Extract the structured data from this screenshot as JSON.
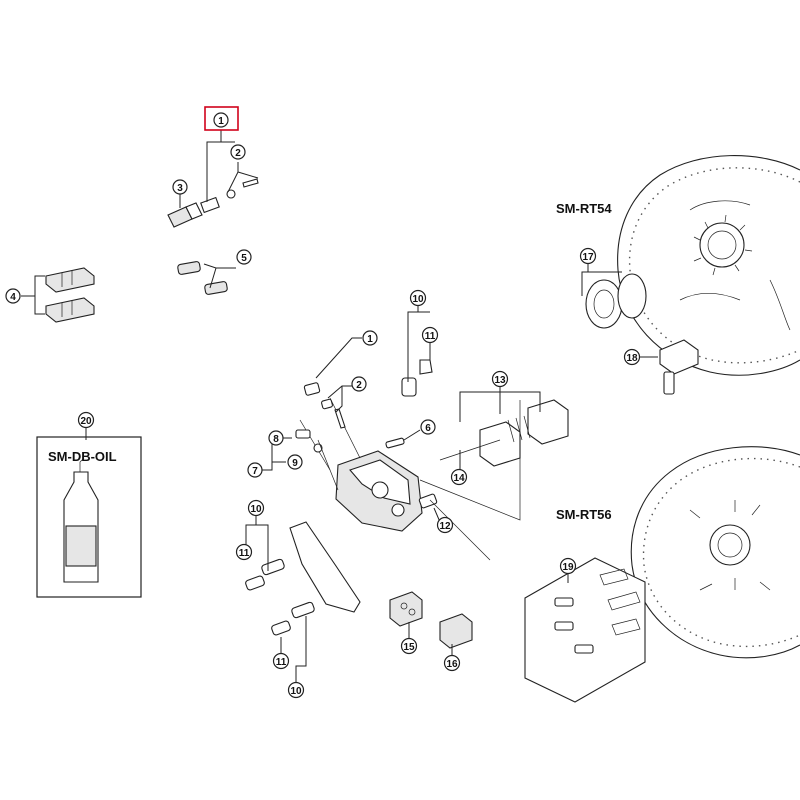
{
  "labels": {
    "sm_rt54": "SM-RT54",
    "sm_rt56": "SM-RT56",
    "sm_db_oil": "SM-DB-OIL"
  },
  "callouts": [
    {
      "id": "c1a",
      "text": "1",
      "highlight": true
    },
    {
      "id": "c2a",
      "text": "2"
    },
    {
      "id": "c3",
      "text": "3"
    },
    {
      "id": "c4",
      "text": "4"
    },
    {
      "id": "c5",
      "text": "5"
    },
    {
      "id": "c1b",
      "text": "1"
    },
    {
      "id": "c2b",
      "text": "2"
    },
    {
      "id": "c10a",
      "text": "10"
    },
    {
      "id": "c11a",
      "text": "11"
    },
    {
      "id": "c13",
      "text": "13"
    },
    {
      "id": "c6",
      "text": "6"
    },
    {
      "id": "c8",
      "text": "8"
    },
    {
      "id": "c7",
      "text": "7"
    },
    {
      "id": "c9",
      "text": "9"
    },
    {
      "id": "c14",
      "text": "14"
    },
    {
      "id": "c12",
      "text": "12"
    },
    {
      "id": "c10b",
      "text": "10"
    },
    {
      "id": "c11b",
      "text": "11"
    },
    {
      "id": "c15",
      "text": "15"
    },
    {
      "id": "c16",
      "text": "16"
    },
    {
      "id": "c11c",
      "text": "11"
    },
    {
      "id": "c10c",
      "text": "10"
    },
    {
      "id": "c17",
      "text": "17"
    },
    {
      "id": "c18",
      "text": "18"
    },
    {
      "id": "c19",
      "text": "19"
    },
    {
      "id": "c20",
      "text": "20"
    }
  ],
  "colors": {
    "highlight": "#d0021b",
    "line": "#222222"
  }
}
